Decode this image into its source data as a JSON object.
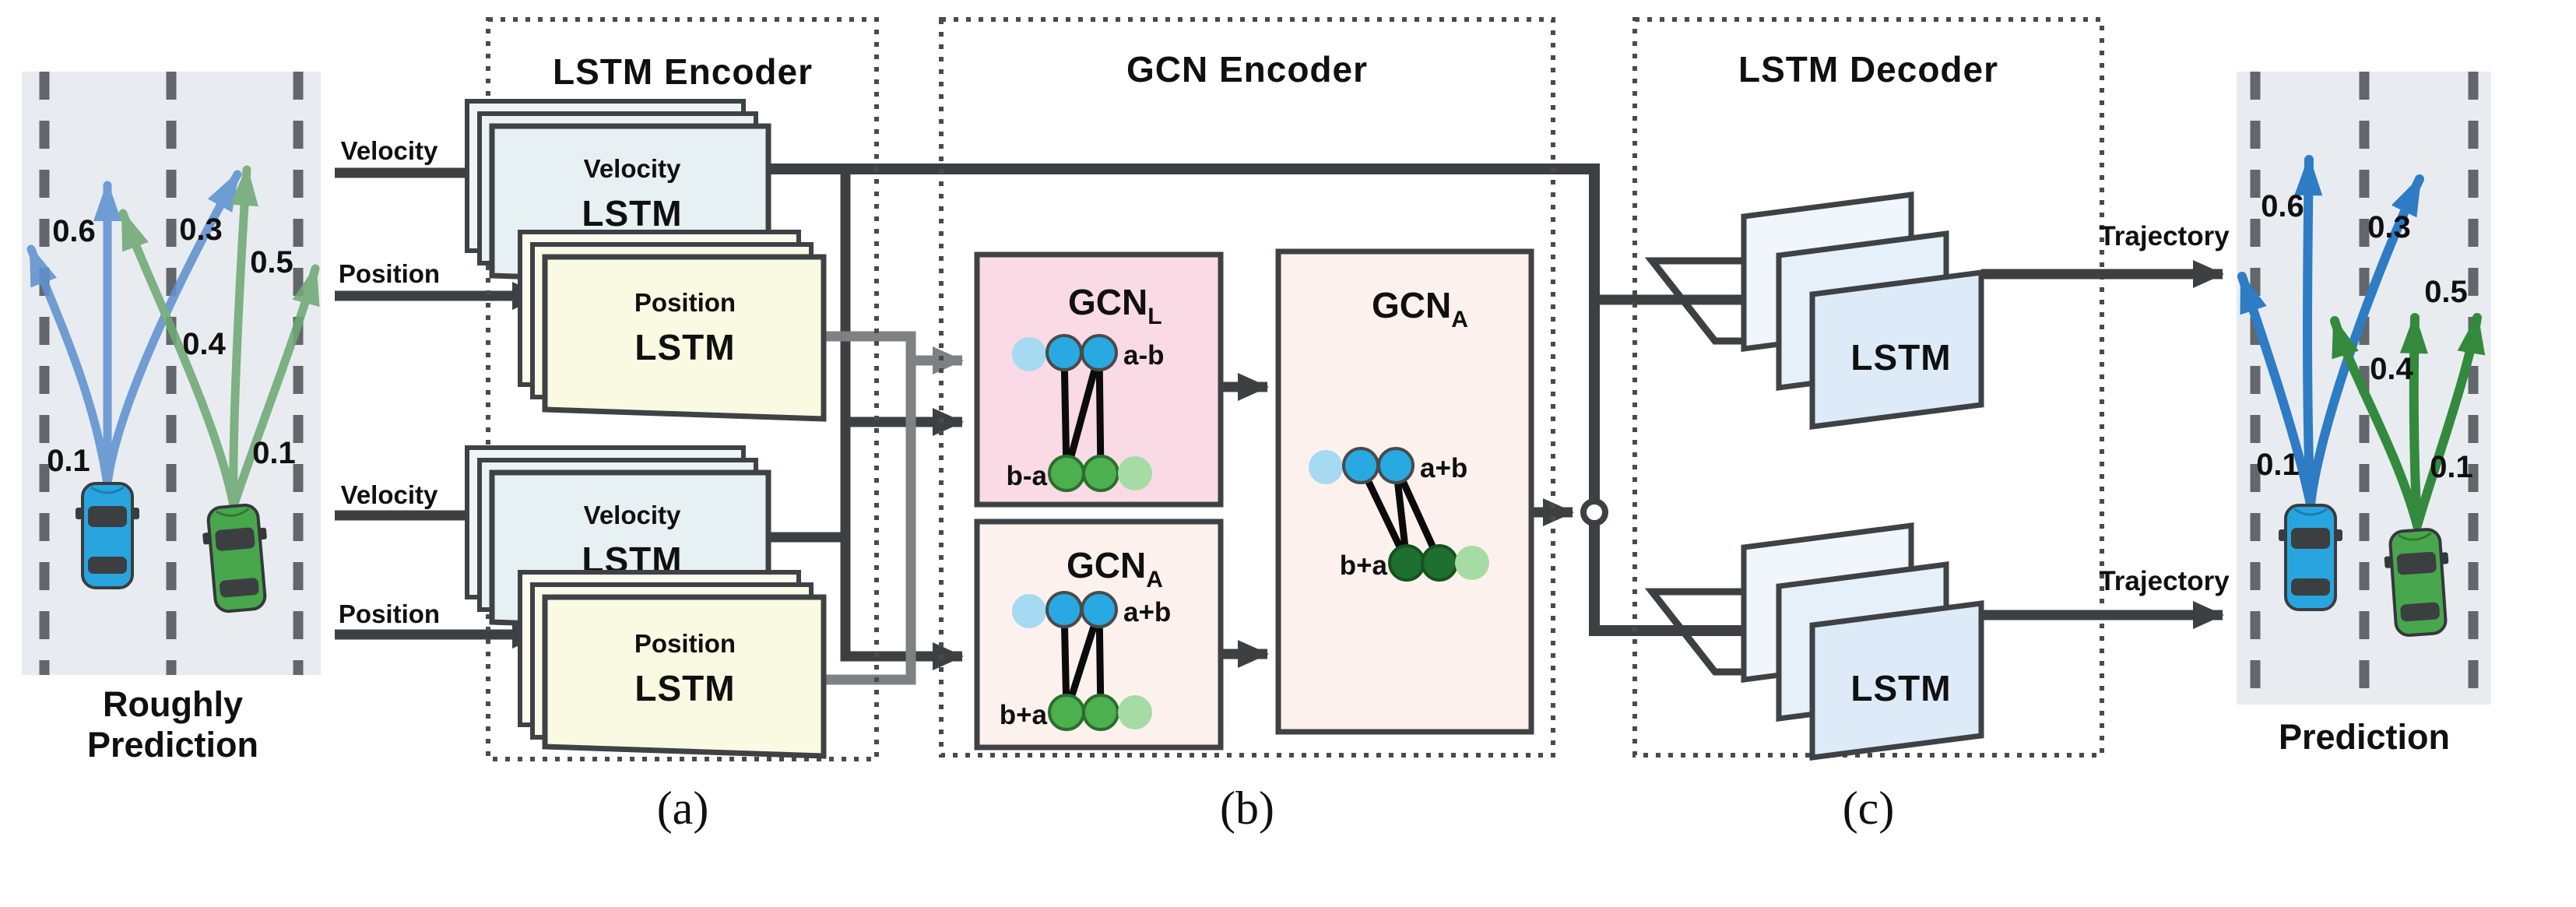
{
  "figure": {
    "type": "model-architecture-diagram",
    "palette": {
      "dark_line": "#3d4043",
      "gray_line": "#7e8184",
      "road_fill": "#e8ecf0",
      "lane_dash": "#63676b",
      "velocity_card": "#e7f0f2",
      "position_card": "#fafae3",
      "decoder_card": "#ddeaf7",
      "gcn_l_fill": "#f9dae5",
      "gcn_a_fill": "#fdf1ee",
      "node_blue": "#29a9e1",
      "node_light_blue": "#a6d9f2",
      "node_green": "#4cb04f",
      "node_light_green": "#a5dca4",
      "node_dark_green": "#1e6f30",
      "car_blue": "#28a5de",
      "car_green": "#48a74c",
      "traj_blue_left": "#5f92cf",
      "traj_green_left": "#6fa873",
      "traj_blue_right": "#2e7cc4",
      "traj_green_right": "#338a3c",
      "prob_blue_text": "#1a4a70",
      "prob_green_text": "#1f5b2d"
    }
  },
  "panels": {
    "left": {
      "caption_line1": "Roughly",
      "caption_line2": "Prediction",
      "blue_probs": [
        "0.6",
        "0.3",
        "0.1"
      ],
      "green_probs": [
        "0.5",
        "0.4",
        "0.1"
      ]
    },
    "right": {
      "caption": "Prediction",
      "blue_probs": [
        "0.6",
        "0.3",
        "0.1"
      ],
      "green_probs": [
        "0.5",
        "0.4",
        "0.1"
      ]
    }
  },
  "encoder": {
    "title": "LSTM Encoder",
    "caption": "(a)",
    "input_labels": [
      "Velocity",
      "Position",
      "Velocity",
      "Position"
    ],
    "velocity_card": {
      "line1": "Velocity",
      "line2": "LSTM"
    },
    "position_card": {
      "line1": "Position",
      "line2": "LSTM"
    }
  },
  "gcn": {
    "title": "GCN Encoder",
    "caption": "(b)",
    "gcn_l": {
      "name": "GCN",
      "sub": "L",
      "top_label": "a-b",
      "bottom_label": "b-a"
    },
    "gcn_a_small": {
      "name": "GCN",
      "sub": "A",
      "top_label": "a+b",
      "bottom_label": "b+a"
    },
    "gcn_a_big": {
      "name": "GCN",
      "sub": "A",
      "top_label": "a+b",
      "bottom_label": "b+a"
    }
  },
  "decoder": {
    "title": "LSTM Decoder",
    "caption": "(c)",
    "card_label": "LSTM",
    "output_labels": [
      "Trajectory",
      "Trajectory"
    ]
  }
}
